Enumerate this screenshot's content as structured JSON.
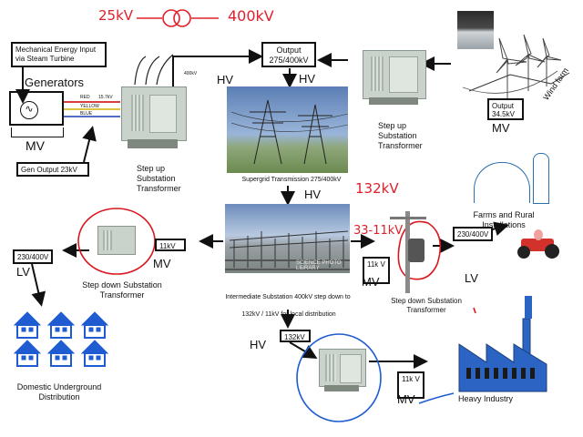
{
  "hand_top": {
    "left": "25kV",
    "right": "400kV"
  },
  "mech_input": "Mechanical Energy Input via Steam Turbine",
  "generators": "Generators",
  "gen_mv": "MV",
  "gen_output": "Gen Output 23kV",
  "gen_wires": {
    "red": "RED",
    "yellow": "YELLOW",
    "blue": "BLUE",
    "kv": "15.7kV"
  },
  "tx_400": "400kV",
  "stepup_left": "Step up Substation Transformer",
  "output_box": "Output 275/400kV",
  "hv_left": "HV",
  "hv_right": "HV",
  "stepup_right": "Step up Substation Transformer",
  "wind_farm": "Wind farm",
  "wind_output": "Output 34.5kV",
  "wind_mv": "MV",
  "supergrid": "Supergrid Transmission 275/400kV",
  "hv_mid": "HV",
  "hand_132": "132kV",
  "hand_33": "33-11kV",
  "farms": "Farms and Rural Installations",
  "rural_box": "230/400V",
  "rural_lv": "LV",
  "pole_box": "11k V",
  "pole_mv": "MV",
  "pole_label": "Step down Substation Transformer",
  "inter_box_11": "11kV",
  "inter_mv": "MV",
  "stepdown_left": "Step down Substation Transformer",
  "dom_box": "230/400V",
  "dom_lv": "LV",
  "dom_label": "Domestic Underground Distribution",
  "intermediate": "Intermediate Substation 400kV step down to",
  "intermediate2": "132kV / 11kV for local distribution",
  "photo_watermark": "SCIENCE PHOTO LIBRARY",
  "hv_bottom": "HV",
  "box_132": "132kV",
  "heavy_box": "11k V",
  "heavy_mv": "MV",
  "heavy_label": "Heavy Industry"
}
